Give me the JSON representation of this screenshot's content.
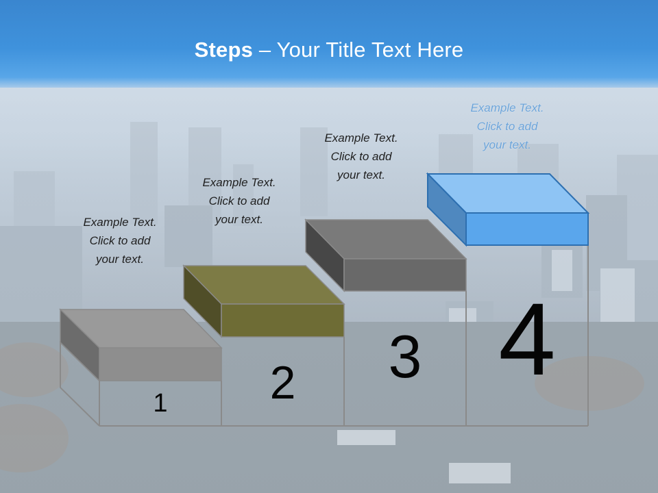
{
  "title": {
    "bold": "Steps",
    "rest": " – Your Title Text Here"
  },
  "steps": [
    {
      "number": "1",
      "label_lines": [
        "Example Text.",
        "Click  to add",
        "your text."
      ],
      "color": "#8e8e8e"
    },
    {
      "number": "2",
      "label_lines": [
        "Example Text.",
        "Click  to add",
        "your text."
      ],
      "color": "#7d7b45"
    },
    {
      "number": "3",
      "label_lines": [
        "Example Text.",
        "Click  to add",
        "your text."
      ],
      "color": "#7a7a7a"
    },
    {
      "number": "4",
      "label_lines": [
        "Example Text.",
        "Click  to add",
        "your text."
      ],
      "color": "#5aa6ec"
    }
  ],
  "colors": {
    "title_band": "#3f92dc",
    "outline": "#8a8a8a"
  }
}
